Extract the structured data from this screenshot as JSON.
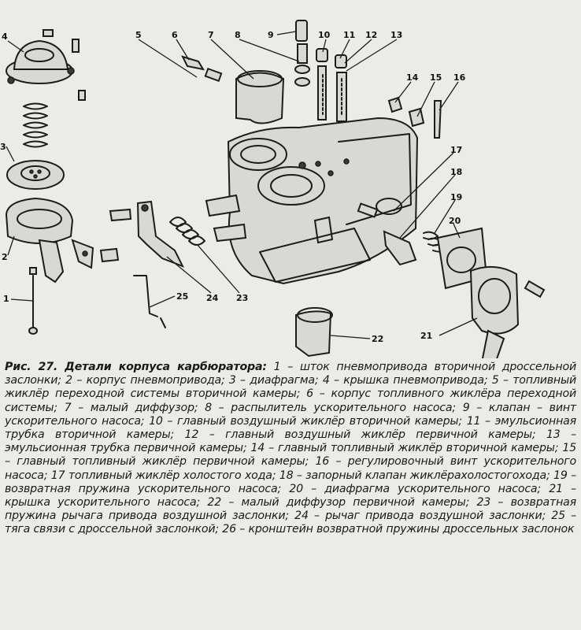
{
  "figure": {
    "callouts": [
      "1",
      "2",
      "3",
      "4",
      "5",
      "6",
      "7",
      "8",
      "9",
      "10",
      "11",
      "12",
      "13",
      "14",
      "15",
      "16",
      "17",
      "18",
      "19",
      "20",
      "21",
      "22",
      "23",
      "24",
      "25"
    ]
  },
  "caption": {
    "title": "Рис. 27. Детали корпуса карбюратора:",
    "text": " 1 – шток пневмопривода вторичной дроссельной заслонки; 2 – корпус пневмопривода; 3 – диафрагма; 4 – крышка пневмопривода; 5 – топливный жиклёр переходной системы вторичной камеры; 6 – корпус топливного жиклёра переходной системы; 7 – малый диффузор; 8 – распылитель ускорительного насоса; 9 – клапан – винт ускорительного насоса; 10 – главный воздушный жиклёр вторичной камеры; 11 – эмульсионная трубка вторичной камеры; 12 – главный воздушный жиклёр первичной камеры; 13 – эмульсионная трубка первичной камеры; 14 – главный топливный жиклёр вторичной камеры; 15 – главный топливный жиклёр первичной камеры; 16 – регулировочный винт ускорительного насоса; 17 топливный жиклёр холостого хода; 18 – запорный клапан жиклёрахолостогохода; 19 – возвратная пружина ускорительного насоса; 20 – диафрагма ускорительного насоса; 21 – крышка ускорительного насоса; 22 – малый диффузор первичной камеры; 23 – возвратная пружина рычага привода воздушной заслонки; 24 – рычаг привода воздушной заслонки; 25 – тяга связи с дроссельной заслонкой; 26 – кронштейн возвратной пружины дроссельных заслонок"
  }
}
